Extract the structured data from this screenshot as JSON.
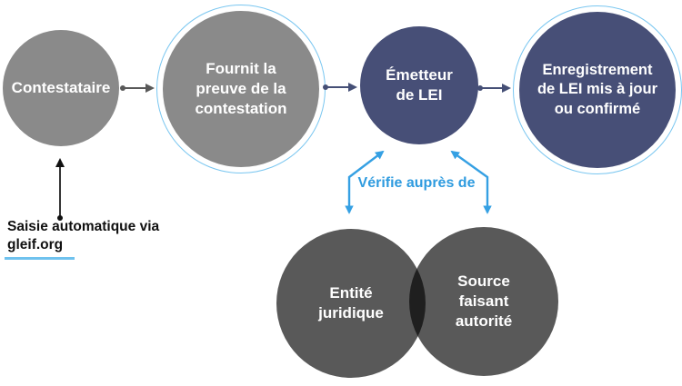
{
  "diagram_title": "LEI challenge / contestation workflow (French)",
  "colors": {
    "gray_node": "#8A8A8A",
    "navy_node": "#474F77",
    "dark_venn_node": "#595959",
    "ring_blue": "#79C6F0",
    "arrow_gray": "#595959",
    "arrow_navy": "#454F76",
    "arrow_black": "#111111",
    "arrow_blue": "#35A0E3",
    "verify_text_blue": "#2E9BDF",
    "underline_blue": "#6FC2EE",
    "node_text": "#FFFFFF",
    "note_text": "#111111",
    "background": "#FFFFFF"
  },
  "nodes": {
    "contestataire": {
      "label": "Contestataire",
      "shape": "circle",
      "color": "#8A8A8A"
    },
    "preuve": {
      "label": "Fournit la\npreuve de la\ncontestation",
      "shape": "circle",
      "color": "#8A8A8A",
      "highlight_ring": true
    },
    "emetteur": {
      "label": "Émetteur\nde LEI",
      "shape": "circle",
      "color": "#474F77"
    },
    "enregistrement": {
      "label": "Enregistrement\nde LEI mis à jour\nou confirmé",
      "shape": "circle",
      "color": "#474F77",
      "highlight_ring": true
    },
    "entite": {
      "label": "Entité\njuridique",
      "shape": "circle",
      "color": "#595959"
    },
    "source": {
      "label": "Source\nfaisant\nautorité",
      "shape": "circle",
      "color": "#595959"
    }
  },
  "labels": {
    "verify": "Vérifie auprès de",
    "note": "Saisie automatique via\ngleif.org"
  },
  "flow": [
    "Contestataire -> Fournit la preuve de la contestation",
    "Fournit la preuve de la contestation -> Émetteur de LEI",
    "Émetteur de LEI -> Enregistrement de LEI mis à jour ou confirmé",
    "Émetteur de LEI <-> Entité juridique (Vérifie auprès de)",
    "Émetteur de LEI <-> Source faisant autorité (Vérifie auprès de)",
    "Saisie automatique via gleif.org -> Contestataire"
  ]
}
